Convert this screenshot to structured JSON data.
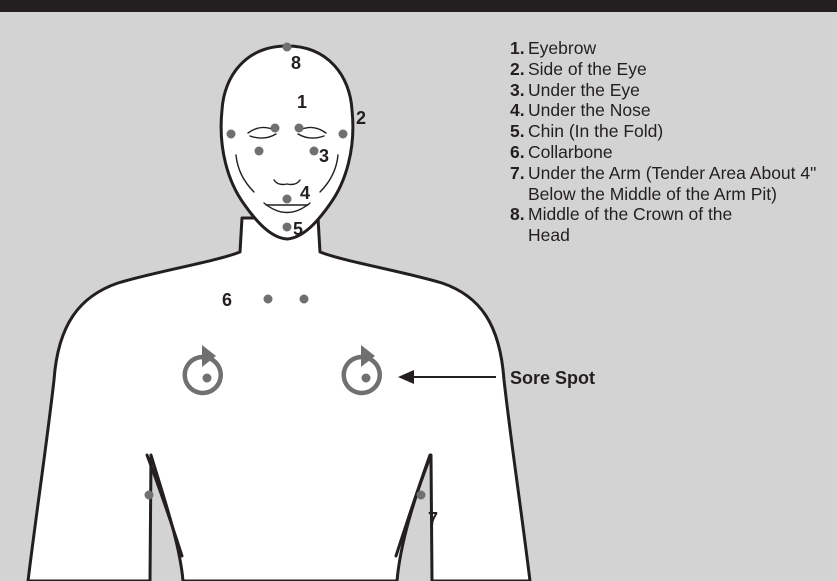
{
  "legend": [
    {
      "number": "1.",
      "label": "Eyebrow"
    },
    {
      "number": "2.",
      "label": "Side of the Eye"
    },
    {
      "number": "3.",
      "label": "Under the Eye"
    },
    {
      "number": "4.",
      "label": "Under the Nose"
    },
    {
      "number": "5.",
      "label": "Chin (In the Fold)"
    },
    {
      "number": "6.",
      "label": "Collarbone"
    },
    {
      "number": "7.",
      "label": "Under the Arm (Tender Area About 4\" Below the Middle of the Arm Pit)"
    },
    {
      "number": "8.",
      "label": "Middle of the Crown of the Head"
    }
  ],
  "point_labels": [
    "1",
    "2",
    "3",
    "4",
    "5",
    "6",
    "7",
    "8"
  ],
  "callout": "Sore Spot",
  "colors": {
    "background": "#d3d3d3",
    "outline": "#231f20",
    "point": "#707070",
    "body": "#ffffff"
  }
}
